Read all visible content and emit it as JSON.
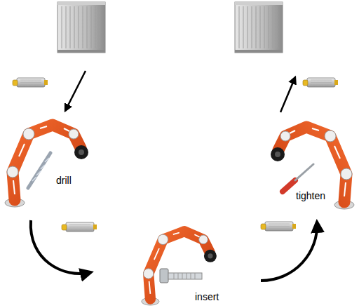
{
  "diagram": {
    "labels": [
      "drill",
      "insert",
      "tighten"
    ]
  }
}
